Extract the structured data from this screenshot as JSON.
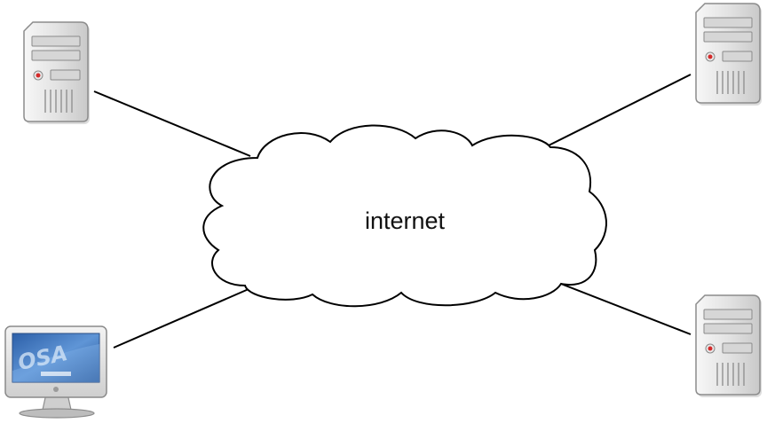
{
  "cloud": {
    "label": "internet"
  },
  "nodes": [
    {
      "id": "server-top-left",
      "type": "server-icon"
    },
    {
      "id": "server-top-right",
      "type": "server-icon"
    },
    {
      "id": "server-bottom-right",
      "type": "server-icon"
    },
    {
      "id": "computer-bottom-left",
      "type": "desktop-monitor-icon",
      "screen_text": "OSA"
    }
  ],
  "connections": [
    {
      "from": "server-top-left",
      "to": "cloud"
    },
    {
      "from": "server-top-right",
      "to": "cloud"
    },
    {
      "from": "server-bottom-right",
      "to": "cloud"
    },
    {
      "from": "computer-bottom-left",
      "to": "cloud"
    }
  ],
  "colors": {
    "line": "#000000",
    "cloud_fill": "#ffffff",
    "server_body": "#e4e4e4",
    "monitor_screen": "#3f72b8",
    "power_led": "#d42a2a"
  }
}
